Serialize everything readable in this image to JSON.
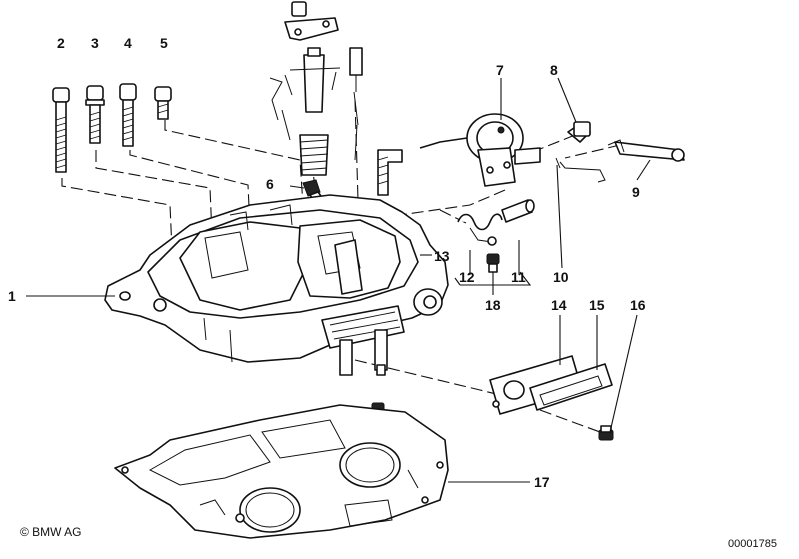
{
  "labels": {
    "l1": "1",
    "l2": "2",
    "l3": "3",
    "l4": "4",
    "l5": "5",
    "l6": "6",
    "l7": "7",
    "l8": "8",
    "l9": "9",
    "l10": "10",
    "l11": "11",
    "l12": "12",
    "l13": "13",
    "l14": "14",
    "l15": "15",
    "l16": "16",
    "l17": "17",
    "l18": "18"
  },
  "footer": {
    "copyright": "© BMW AG",
    "doc_number": "00001785"
  }
}
